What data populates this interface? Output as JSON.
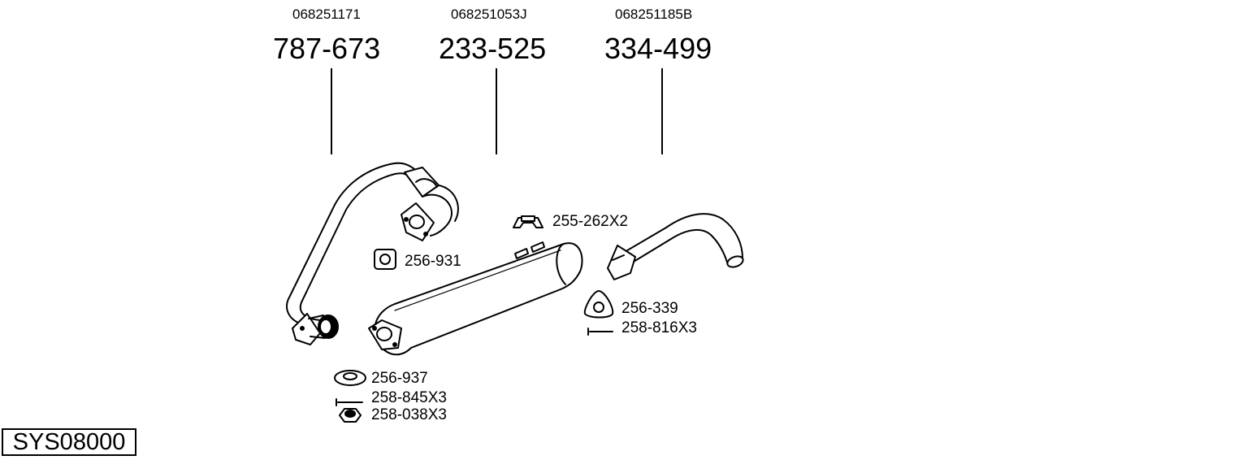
{
  "main_parts": [
    {
      "oe_number": "068251171",
      "part_number": "787-673"
    },
    {
      "oe_number": "068251053J",
      "part_number": "233-525"
    },
    {
      "oe_number": "068251185B",
      "part_number": "334-499"
    }
  ],
  "accessories": {
    "hanger": "255-262X2",
    "gasket_front": "256-931",
    "gasket_rear": "256-339",
    "bolt_rear": "258-816X3",
    "ring": "256-937",
    "bolt_front": "258-845X3",
    "nut": "258-038X3"
  },
  "system_code": "SYS08000"
}
